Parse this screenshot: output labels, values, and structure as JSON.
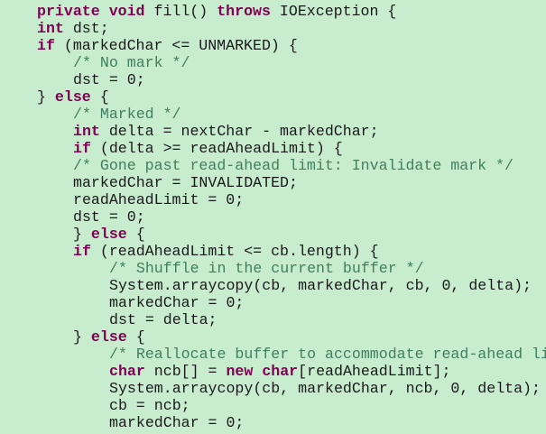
{
  "editor": {
    "background": "#c8ecce",
    "colors": {
      "keyword": "#7f0055",
      "comment": "#3f7f5f",
      "text": "#1a1a1a"
    },
    "lines": [
      {
        "indent": 1,
        "tokens": [
          {
            "t": "kw",
            "v": "private"
          },
          {
            "t": "tx",
            "v": " "
          },
          {
            "t": "kw",
            "v": "void"
          },
          {
            "t": "tx",
            "v": " fill() "
          },
          {
            "t": "kw",
            "v": "throws"
          },
          {
            "t": "tx",
            "v": " IOException {"
          }
        ]
      },
      {
        "indent": 1,
        "tokens": [
          {
            "t": "kw",
            "v": "int"
          },
          {
            "t": "tx",
            "v": " dst;"
          }
        ]
      },
      {
        "indent": 1,
        "tokens": [
          {
            "t": "kw",
            "v": "if"
          },
          {
            "t": "tx",
            "v": " (markedChar <= UNMARKED) {"
          }
        ]
      },
      {
        "indent": 2,
        "tokens": [
          {
            "t": "cm",
            "v": "/* No mark */"
          }
        ]
      },
      {
        "indent": 2,
        "tokens": [
          {
            "t": "tx",
            "v": "dst = 0;"
          }
        ]
      },
      {
        "indent": 1,
        "tokens": [
          {
            "t": "tx",
            "v": "} "
          },
          {
            "t": "kw",
            "v": "else"
          },
          {
            "t": "tx",
            "v": " {"
          }
        ]
      },
      {
        "indent": 2,
        "tokens": [
          {
            "t": "cm",
            "v": "/* Marked */"
          }
        ]
      },
      {
        "indent": 2,
        "tokens": [
          {
            "t": "kw",
            "v": "int"
          },
          {
            "t": "tx",
            "v": " delta = nextChar - markedChar;"
          }
        ]
      },
      {
        "indent": 2,
        "tokens": [
          {
            "t": "kw",
            "v": "if"
          },
          {
            "t": "tx",
            "v": " (delta >= readAheadLimit) {"
          }
        ]
      },
      {
        "indent": 2,
        "tokens": [
          {
            "t": "cm",
            "v": "/* Gone past read-ahead limit: Invalidate mark */"
          }
        ]
      },
      {
        "indent": 2,
        "tokens": [
          {
            "t": "tx",
            "v": "markedChar = INVALIDATED;"
          }
        ]
      },
      {
        "indent": 2,
        "tokens": [
          {
            "t": "tx",
            "v": "readAheadLimit = 0;"
          }
        ]
      },
      {
        "indent": 2,
        "tokens": [
          {
            "t": "tx",
            "v": "dst = 0;"
          }
        ]
      },
      {
        "indent": 2,
        "tokens": [
          {
            "t": "tx",
            "v": "} "
          },
          {
            "t": "kw",
            "v": "else"
          },
          {
            "t": "tx",
            "v": " {"
          }
        ]
      },
      {
        "indent": 2,
        "tokens": [
          {
            "t": "kw",
            "v": "if"
          },
          {
            "t": "tx",
            "v": " (readAheadLimit <= cb.length) {"
          }
        ]
      },
      {
        "indent": 3,
        "tokens": [
          {
            "t": "cm",
            "v": "/* Shuffle in the current buffer */"
          }
        ]
      },
      {
        "indent": 3,
        "tokens": [
          {
            "t": "tx",
            "v": "System.arraycopy(cb, markedChar, cb, 0, delta);"
          }
        ]
      },
      {
        "indent": 3,
        "tokens": [
          {
            "t": "tx",
            "v": "markedChar = 0;"
          }
        ]
      },
      {
        "indent": 3,
        "tokens": [
          {
            "t": "tx",
            "v": "dst = delta;"
          }
        ]
      },
      {
        "indent": 2,
        "tokens": [
          {
            "t": "tx",
            "v": "} "
          },
          {
            "t": "kw",
            "v": "else"
          },
          {
            "t": "tx",
            "v": " {"
          }
        ]
      },
      {
        "indent": 3,
        "tokens": [
          {
            "t": "cm",
            "v": "/* Reallocate buffer to accommodate read-ahead li"
          }
        ]
      },
      {
        "indent": 3,
        "tokens": [
          {
            "t": "kw",
            "v": "char"
          },
          {
            "t": "tx",
            "v": " ncb[] = "
          },
          {
            "t": "kw",
            "v": "new"
          },
          {
            "t": "tx",
            "v": " "
          },
          {
            "t": "kw",
            "v": "char"
          },
          {
            "t": "tx",
            "v": "[readAheadLimit];"
          }
        ]
      },
      {
        "indent": 3,
        "tokens": [
          {
            "t": "tx",
            "v": "System.arraycopy(cb, markedChar, ncb, 0, delta);"
          }
        ]
      },
      {
        "indent": 3,
        "tokens": [
          {
            "t": "tx",
            "v": "cb = ncb;"
          }
        ]
      },
      {
        "indent": 3,
        "tokens": [
          {
            "t": "tx",
            "v": "markedChar = 0;"
          }
        ]
      }
    ]
  }
}
